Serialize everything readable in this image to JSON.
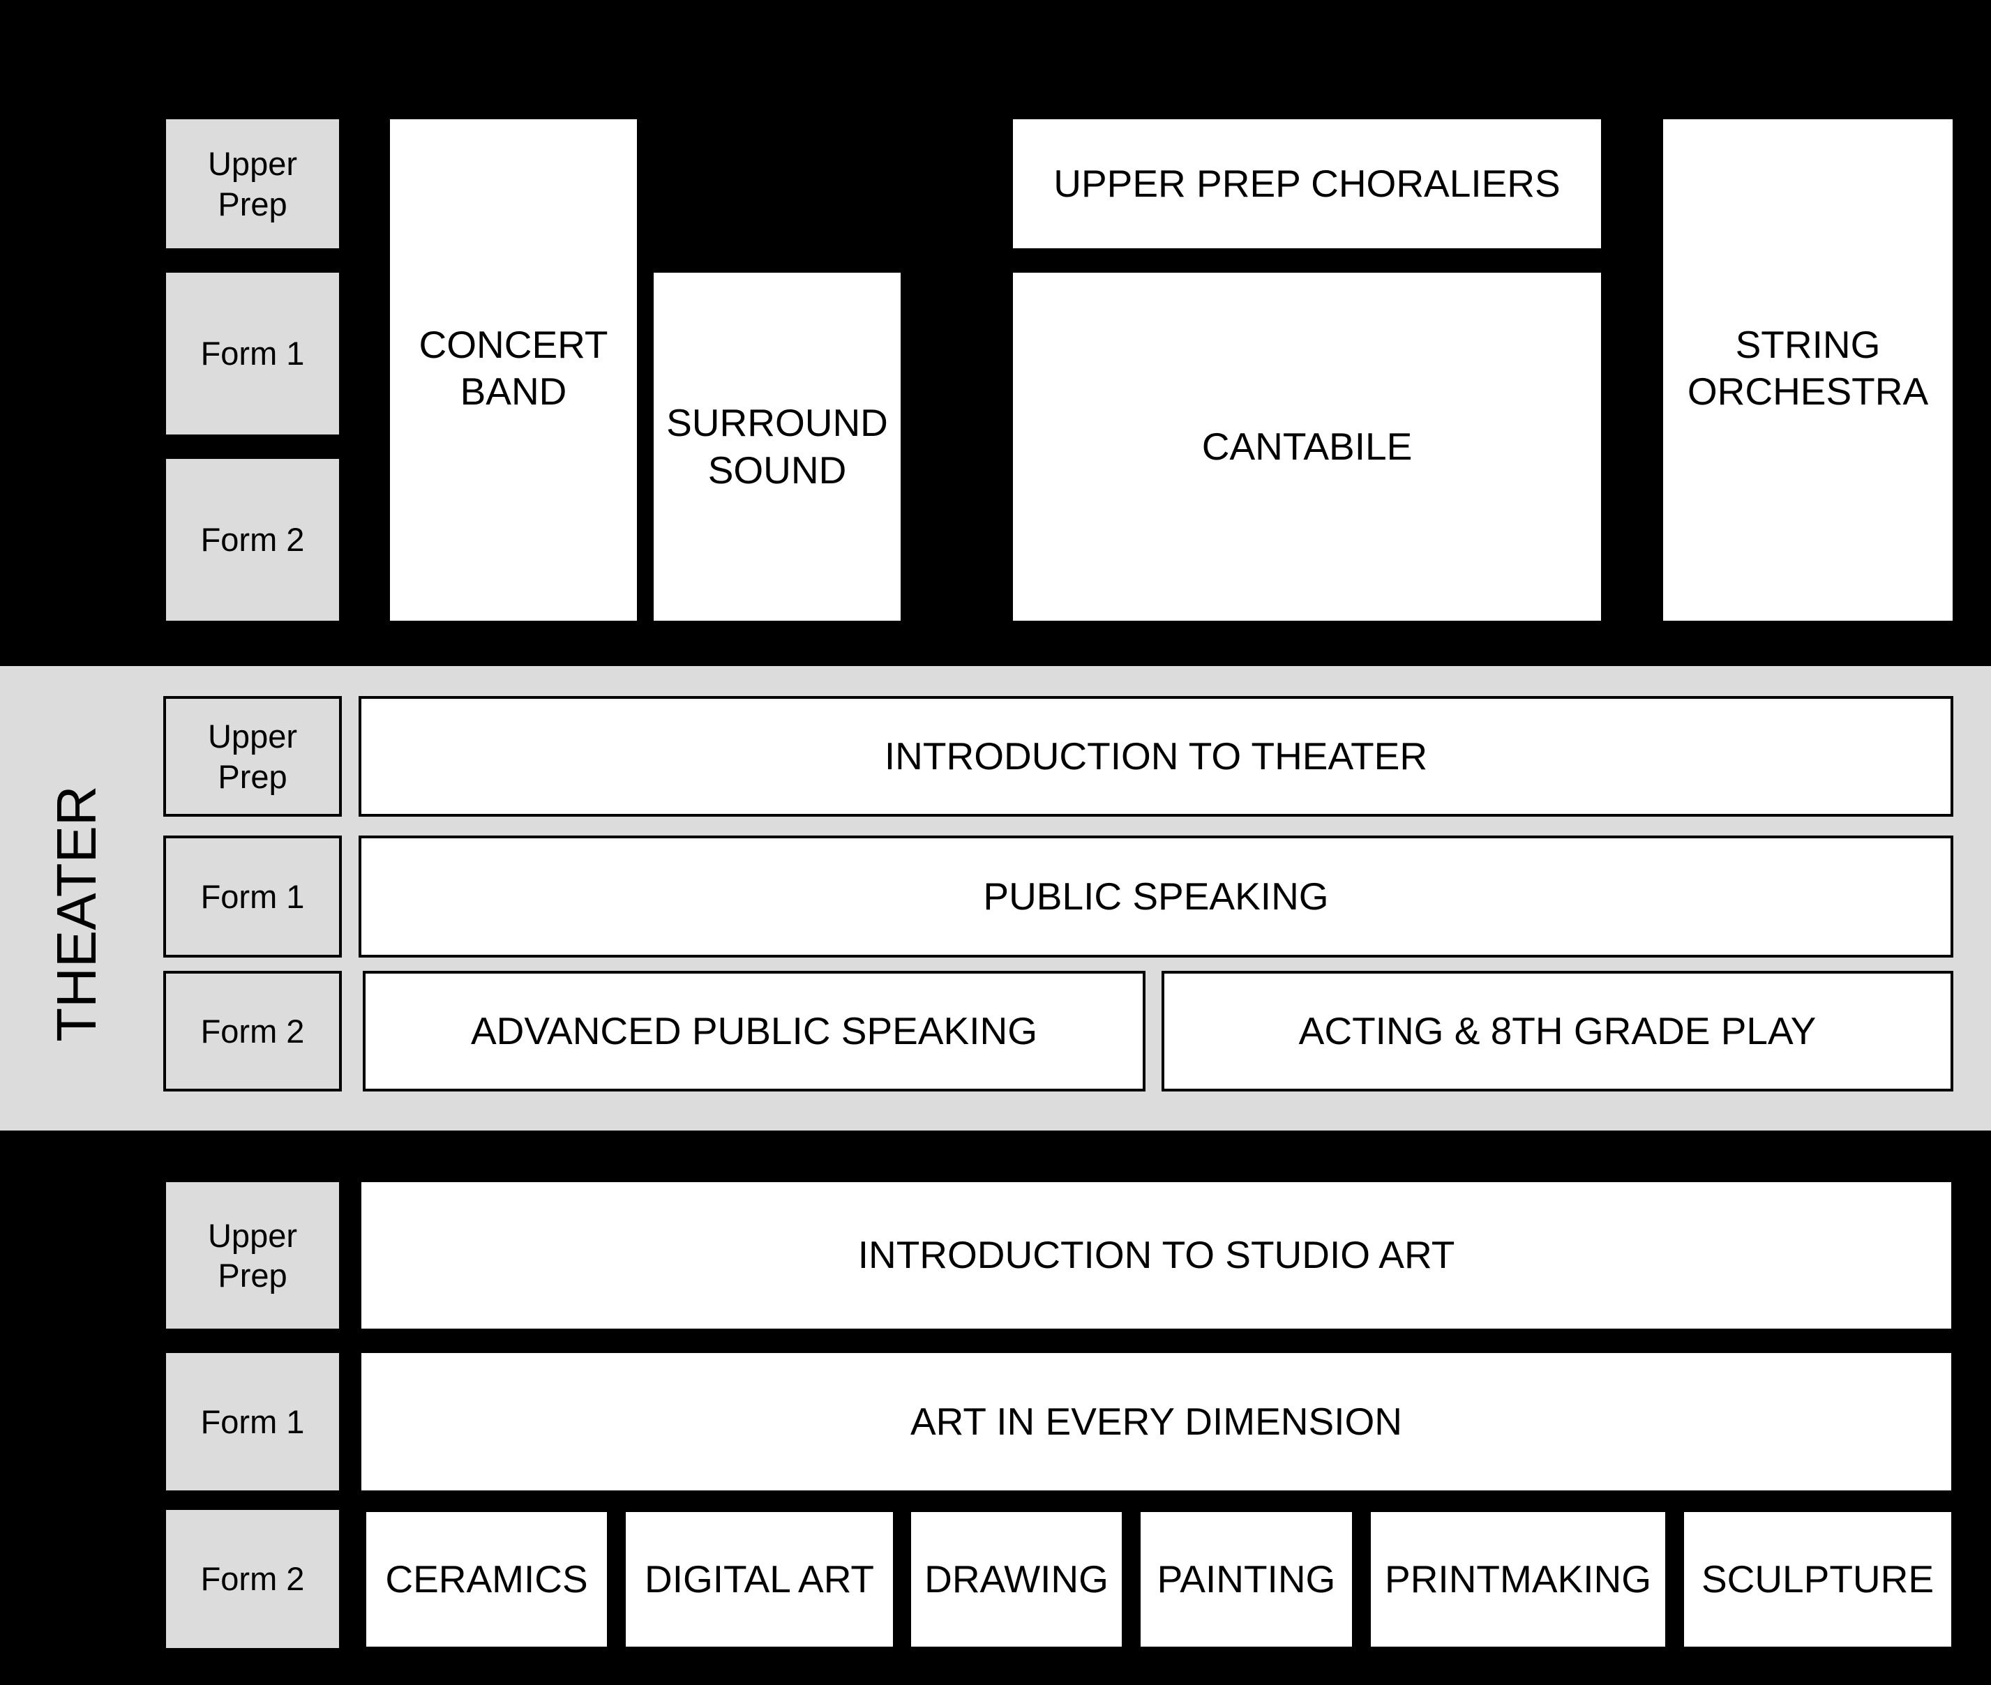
{
  "grades": {
    "upper_prep": "Upper\nPrep",
    "form1": "Form 1",
    "form2": "Form 2"
  },
  "music": {
    "concert_band": "CONCERT\nBAND",
    "surround_sound": "SURROUND\nSOUND",
    "upper_prep_choraliers": "UPPER PREP CHORALIERS",
    "cantabile": "CANTABILE",
    "string_orchestra": "STRING\nORCHESTRA"
  },
  "theater": {
    "section_label": "THEATER",
    "intro": "INTRODUCTION TO THEATER",
    "public_speaking": "PUBLIC SPEAKING",
    "advanced": "ADVANCED PUBLIC SPEAKING",
    "acting": "ACTING & 8TH GRADE PLAY"
  },
  "art": {
    "intro": "INTRODUCTION TO STUDIO ART",
    "every_dimension": "ART IN EVERY DIMENSION",
    "electives": [
      "CERAMICS",
      "DIGITAL ART",
      "DRAWING",
      "PAINTING",
      "PRINTMAKING",
      "SCULPTURE"
    ]
  },
  "colors": {
    "background": "#000000",
    "band": "#dcdcdc",
    "grade_box": "#dcdcdc",
    "course_box": "#ffffff"
  }
}
